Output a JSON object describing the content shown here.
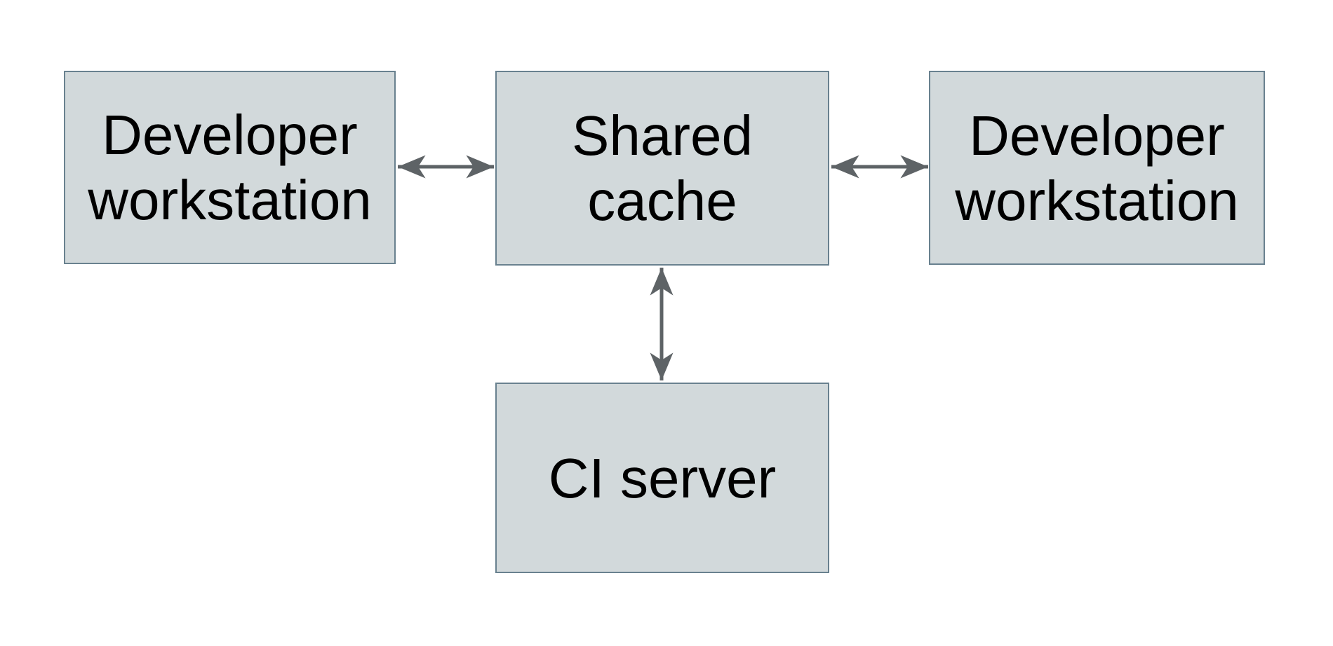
{
  "diagram": {
    "type": "architecture-diagram",
    "nodes": {
      "dev_left": {
        "label": "Developer\nworkstation"
      },
      "shared_cache": {
        "label": "Shared\ncache"
      },
      "dev_right": {
        "label": "Developer\nworkstation"
      },
      "ci_server": {
        "label": "CI server"
      }
    },
    "edges": [
      {
        "from": "Developer workstation (left)",
        "to": "Shared cache",
        "style": "double-headed-arrow"
      },
      {
        "from": "Shared cache",
        "to": "Developer workstation (right)",
        "style": "double-headed-arrow"
      },
      {
        "from": "Shared cache",
        "to": "CI server",
        "style": "double-headed-arrow"
      }
    ]
  },
  "colors": {
    "background": "#ffffff",
    "node_fill": "#d2d9db",
    "node_border": "#69818f",
    "arrow": "#5e6366",
    "text": "#000000"
  }
}
